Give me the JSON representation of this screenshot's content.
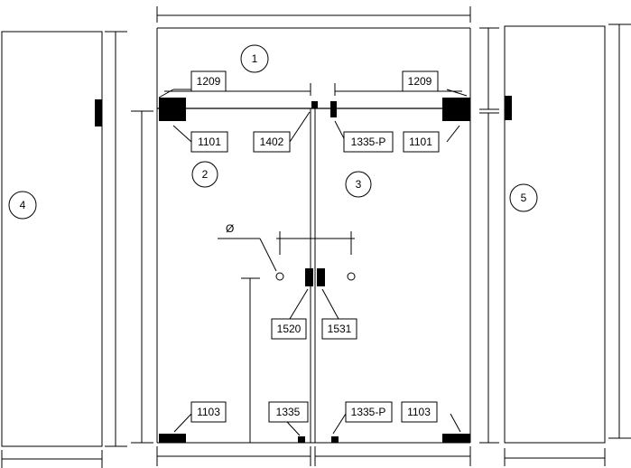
{
  "panels": {
    "top_transom": "1",
    "left_door_leaf": "2",
    "right_door_leaf": "3",
    "left_side_panel": "4",
    "right_side_panel": "5"
  },
  "parts": {
    "top_patch_left": "1209",
    "top_patch_right": "1209",
    "pivot_left_top": "1101",
    "pivot_right_top": "1101",
    "bottom_patch_left": "1103",
    "bottom_patch_right": "1103",
    "center_top_stop": "1402",
    "top_lock_strike": "1335-P",
    "bottom_lock_left": "1335",
    "bottom_lock_strike": "1335-P",
    "center_lock_left": "1520",
    "center_lock_right": "1531"
  },
  "symbols": {
    "diameter": "Ø"
  }
}
